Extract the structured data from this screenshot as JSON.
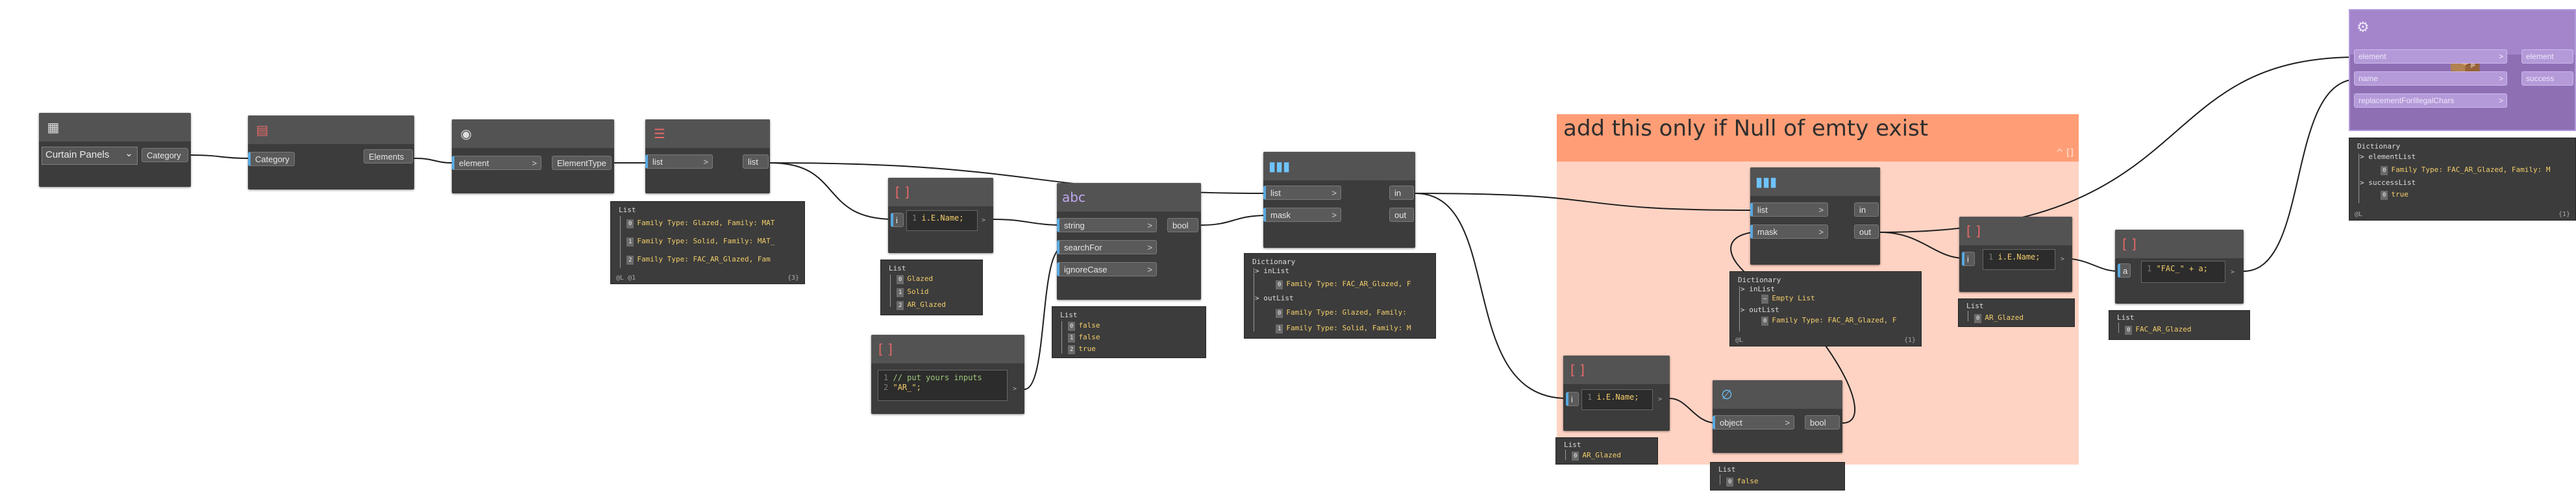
{
  "group": {
    "title": "add this only if Null of emty exist",
    "controls": "^ []"
  },
  "nodes": {
    "categories": {
      "dropdown_value": "Curtain Panels",
      "chevron": "⌄",
      "output": "Category"
    },
    "all_elements": {
      "input": "Category",
      "output": "Elements"
    },
    "element_type": {
      "input": "element",
      "output": "ElementType"
    },
    "list_node_1": {
      "input": "list",
      "output": "list"
    },
    "code_name_1": {
      "line_no": "1",
      "code": "i.E.Name;",
      "input": "i"
    },
    "string_contains": {
      "inputs": [
        "string",
        "searchFor",
        "ignoreCase"
      ],
      "output": "bool"
    },
    "code_input": {
      "line_no_1": "1",
      "line_1": "// put yours inputs",
      "line_no_2": "2",
      "line_2": "\"AR_\";"
    },
    "filter_bool_1": {
      "inputs": [
        "list",
        "mask"
      ],
      "outputs": [
        "in",
        "out"
      ]
    },
    "filter_bool_2": {
      "inputs": [
        "list",
        "mask"
      ],
      "outputs": [
        "in",
        "out"
      ]
    },
    "code_name_2": {
      "line_no": "1",
      "code": "i.E.Name;",
      "input": "i"
    },
    "is_null": {
      "input": "object",
      "output": "bool"
    },
    "code_name_3": {
      "line_no": "1",
      "code": "i.E.Name;",
      "input": "i"
    },
    "code_prefix": {
      "line_no": "1",
      "code": "\"FAC_\" + a;",
      "input": "a"
    },
    "set_type": {
      "inputs": [
        "element",
        "name",
        "replacementForIllegalChars"
      ],
      "outputs": [
        "element",
        "success"
      ]
    }
  },
  "previews": {
    "list_1": {
      "title": "List",
      "rows": [
        {
          "idx": "0",
          "text": "Family Type: Glazed, Family: MAT"
        },
        {
          "idx": "1",
          "text": "Family Type: Solid, Family: MAT_"
        },
        {
          "idx": "2",
          "text": "Family Type: FAC_AR_Glazed, Fam"
        }
      ],
      "lacing": "@L @1",
      "count": "{3}"
    },
    "names_1": {
      "title": "List",
      "rows": [
        {
          "idx": "0",
          "text": "Glazed"
        },
        {
          "idx": "1",
          "text": "Solid"
        },
        {
          "idx": "2",
          "text": "AR_Glazed"
        }
      ]
    },
    "bools_1": {
      "title": "List",
      "rows": [
        {
          "idx": "0",
          "text": "false"
        },
        {
          "idx": "1",
          "text": "false"
        },
        {
          "idx": "2",
          "text": "true"
        }
      ]
    },
    "dict_1": {
      "title": "Dictionary",
      "k1": "> inList",
      "r1": {
        "idx": "0",
        "text": "Family Type: FAC_AR_Glazed, F"
      },
      "k2": "> outList",
      "r2": {
        "idx": "0",
        "text": "Family Type: Glazed, Family:"
      },
      "r3": {
        "idx": "1",
        "text": "Family Type: Solid, Family: M"
      }
    },
    "names_2": {
      "title": "List",
      "rows": [
        {
          "idx": "0",
          "text": "AR_Glazed"
        }
      ]
    },
    "bools_2": {
      "title": "List",
      "rows": [
        {
          "idx": "0",
          "text": "false"
        }
      ]
    },
    "dict_2": {
      "title": "Dictionary",
      "k1": "> inList",
      "r1": {
        "idx": "",
        "text": "Empty List"
      },
      "k2": "> outList",
      "r2": {
        "idx": "0",
        "text": "Family Type: FAC_AR_Glazed, F"
      },
      "lacing": "@L",
      "count": "{1}"
    },
    "names_3": {
      "title": "List",
      "rows": [
        {
          "idx": "0",
          "text": "AR_Glazed"
        }
      ]
    },
    "prefix": {
      "title": "List",
      "rows": [
        {
          "idx": "0",
          "text": "FAC_AR_Glazed"
        }
      ]
    },
    "dict_3": {
      "title": "Dictionary",
      "k1": "> elementList",
      "r1": {
        "idx": "0",
        "text": "Family Type: FAC_AR_Glazed, Family: M"
      },
      "k2": "> successList",
      "r2": {
        "idx": "0",
        "text": "true"
      },
      "lacing": "@L",
      "count": "{1}"
    }
  },
  "colors": {
    "canvas": "#ffffff",
    "node_body": "#3c3c3c",
    "node_header": "#535353",
    "group_header": "#ff9e76",
    "group_body": "#ffd3c3",
    "package_node": "#8e6fb4",
    "wire": "#1e1e1e",
    "preview_value": "#f2cd6a"
  },
  "icons": {
    "categories": "category-icon",
    "all_elements": "elements-icon",
    "element_type": "element-type-icon",
    "list_node": "list-icon",
    "code_block": "code-block-icon",
    "string_contains": "string-icon",
    "filter": "filter-bool-icon",
    "is_null": "null-icon",
    "package": "package-box-icon"
  }
}
